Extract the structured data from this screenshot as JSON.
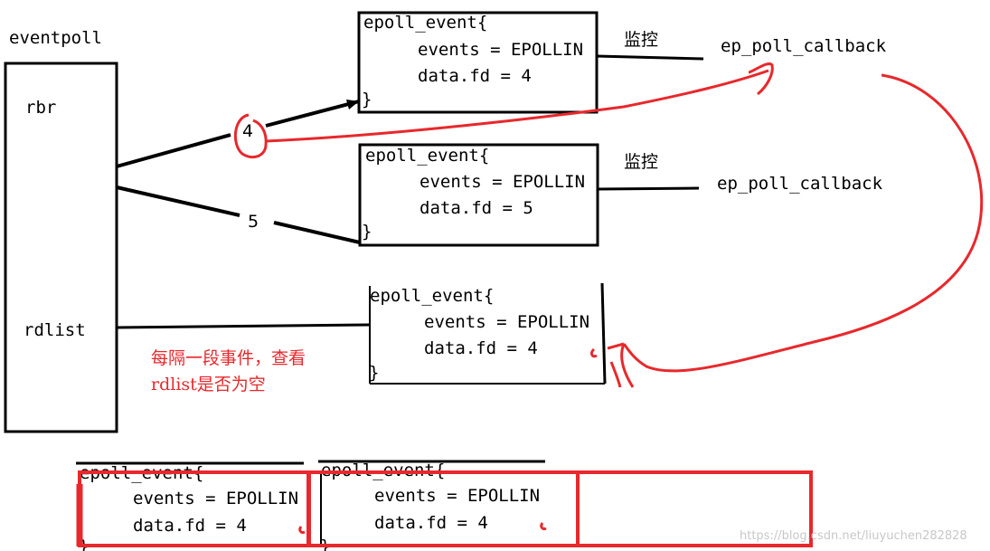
{
  "eventpoll": {
    "title": "eventpoll",
    "rbr": "rbr",
    "rdlist": "rdlist"
  },
  "edges": {
    "fd4": "4",
    "fd5": "5"
  },
  "epoll_events": {
    "e1": {
      "header": "epoll_event{",
      "events": "events = EPOLLIN",
      "fd": "data.fd = 4",
      "close": "}"
    },
    "e2": {
      "header": "epoll_event{",
      "events": "events = EPOLLIN",
      "fd": "data.fd = 5",
      "close": "}"
    },
    "e3": {
      "header": "epoll_event{",
      "events": "events = EPOLLIN",
      "fd": "data.fd = 4",
      "close": "}"
    },
    "e4": {
      "header": "epoll_event{",
      "events": "events = EPOLLIN",
      "fd": "data.fd = 4",
      "close": "}"
    },
    "e5": {
      "header": "epoll_event{",
      "events": "events = EPOLLIN",
      "fd": "data.fd = 4",
      "close": "}"
    }
  },
  "monitor": {
    "label1": "监控",
    "label2": "监控",
    "callback1": "ep_poll_callback",
    "callback2": "ep_poll_callback"
  },
  "note": {
    "line1": "每隔一段事件，查看",
    "line2": "rdlist是否为空"
  },
  "watermark": "https://blog.csdn.net/liuyuchen282828",
  "colors": {
    "ink": "#000000",
    "red": "#e8282c",
    "watermark": "#c8c8c8"
  }
}
